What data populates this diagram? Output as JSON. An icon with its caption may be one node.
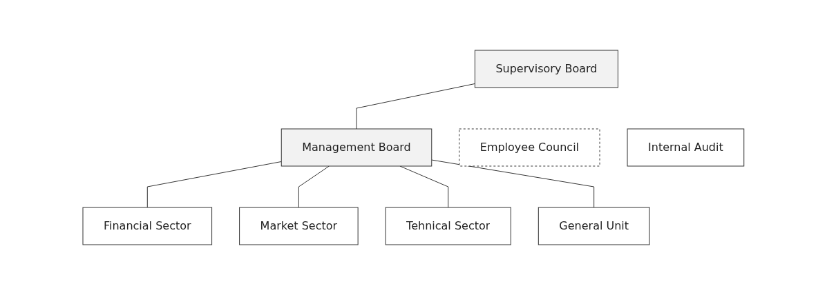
{
  "diagram": {
    "nodes": [
      {
        "text": [
          "Supervisory Board"
        ]
      },
      {
        "text": [
          "Management Board"
        ]
      },
      {
        "text": [
          "Employee Council"
        ]
      },
      {
        "text": [
          "Internal Audit"
        ]
      },
      {
        "text": [
          "Financial Sector"
        ]
      },
      {
        "text": [
          "Market Sector"
        ]
      },
      {
        "text": [
          "Tehnical Sector"
        ]
      },
      {
        "text": [
          "General Unit"
        ]
      }
    ],
    "edges": [
      {
        "from": 0,
        "to": 1,
        "arrow": "none"
      },
      {
        "from": 1,
        "to": 4,
        "arrow": "none"
      },
      {
        "from": 1,
        "to": 5,
        "arrow": "none"
      },
      {
        "from": 1,
        "to": 6,
        "arrow": "none"
      },
      {
        "from": 1,
        "to": 7,
        "arrow": "none"
      }
    ]
  }
}
